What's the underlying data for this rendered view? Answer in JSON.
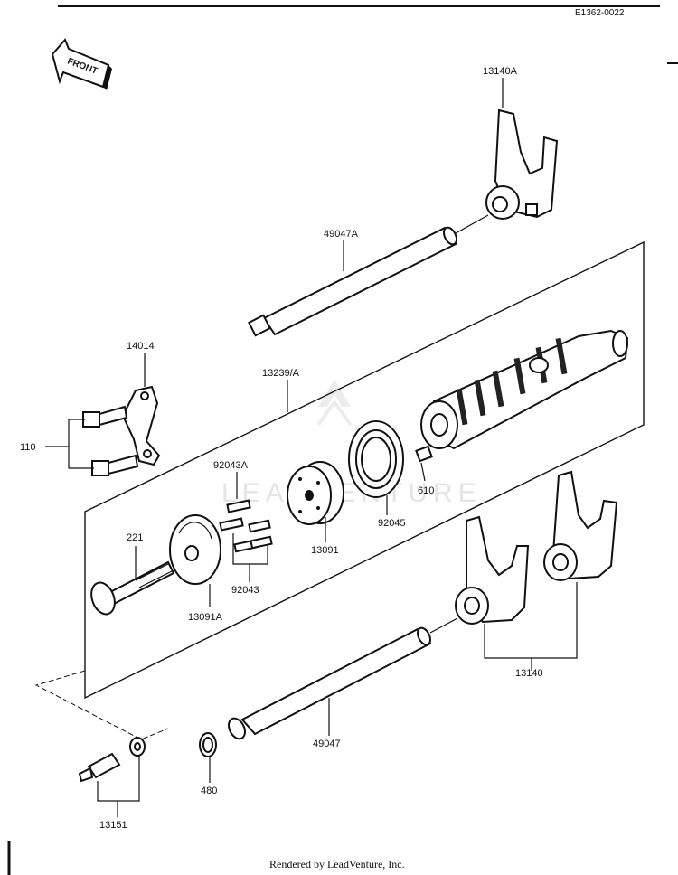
{
  "doc_code": "E1362-0022",
  "front_label": "FRONT",
  "watermark": "LEADVENTURE",
  "footer": "Rendered by LeadVenture, Inc.",
  "labels": {
    "p13140A": "13140A",
    "p49047A": "49047A",
    "p14014": "14014",
    "p13239A": "13239/A",
    "p110": "110",
    "p92043A": "92043A",
    "p610": "610",
    "p92045": "92045",
    "p13091": "13091",
    "p221": "221",
    "p92043": "92043",
    "p13091A": "13091A",
    "p13140": "13140",
    "p49047": "49047",
    "p480": "480",
    "p13151": "13151"
  }
}
